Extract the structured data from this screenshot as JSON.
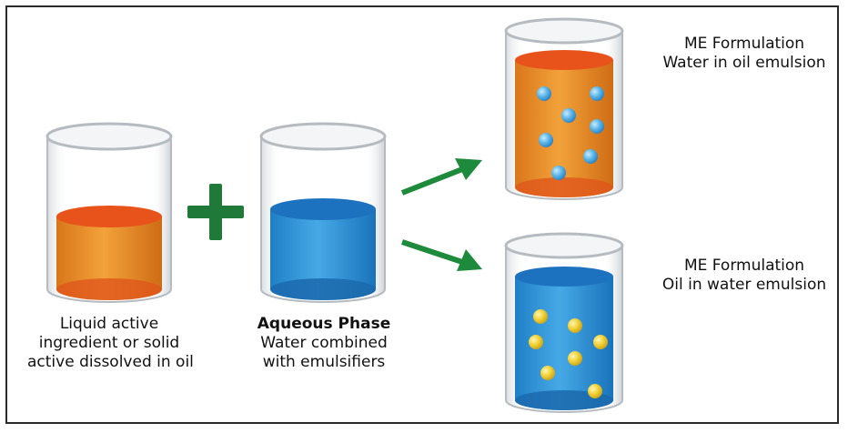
{
  "colors": {
    "oil": "#e8901f",
    "oil_top": "#e8531c",
    "water": "#2f95d8",
    "water_top": "#1d72bf",
    "glass": "#bfc4c8",
    "plus": "#1f7a3a",
    "arrow": "#1e8a3c",
    "water_droplet": "#6cc0ee",
    "oil_droplet": "#f2d33a"
  },
  "beaker_oil": {
    "caption_lines": [
      "Liquid active",
      "ingredient or solid",
      "active dissolved in oil"
    ]
  },
  "beaker_aqueous": {
    "title": "Aqueous Phase",
    "caption_lines": [
      "Water combined",
      "with emulsifiers"
    ]
  },
  "beaker_w_in_o": {
    "title": "ME Formulation",
    "subtitle": "Water in oil emulsion"
  },
  "beaker_o_in_w": {
    "title": "ME Formulation",
    "subtitle": "Oil in water emulsion"
  }
}
